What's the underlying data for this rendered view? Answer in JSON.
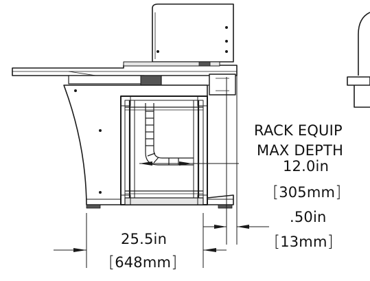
{
  "annotations": {
    "rack_equip": "RACK EQUIP",
    "max_depth": "MAX DEPTH",
    "depth_in": "12.0in",
    "depth_mm": "305mm",
    "offset_in": ".50in",
    "offset_mm": "13mm",
    "width_in": "25.5in",
    "width_mm": "648mm"
  },
  "colors": {
    "line": "#1a1a1a",
    "fill_light": "#e6e6e6",
    "fill_dark": "#555555"
  }
}
